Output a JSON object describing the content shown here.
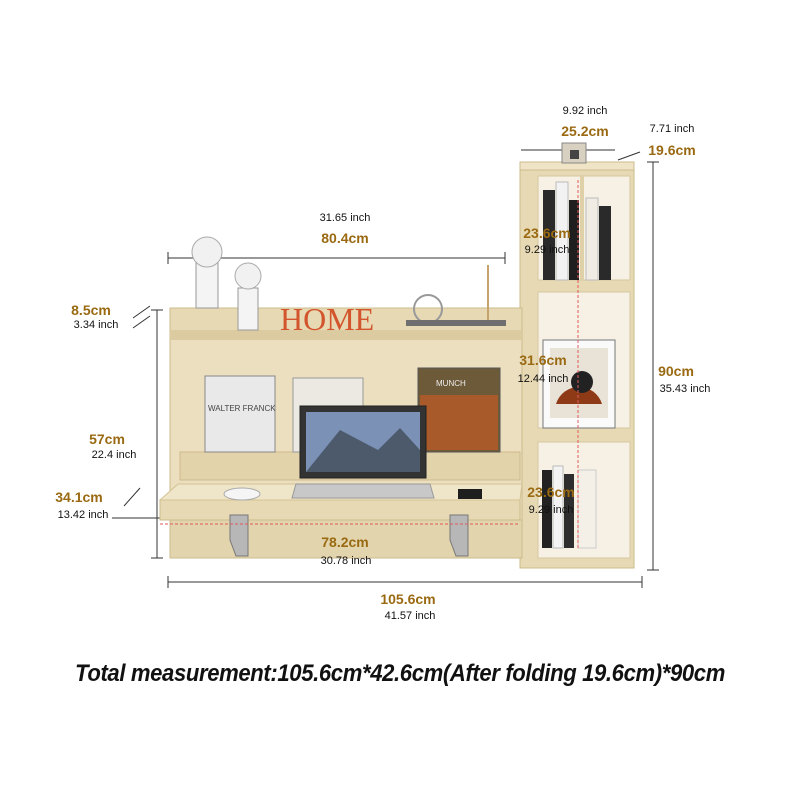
{
  "dimensions": {
    "width_bookshelf_top": {
      "inch": "9.92 inch",
      "cm": "25.2cm"
    },
    "depth_folded": {
      "inch": "7.71 inch",
      "cm": "19.6cm"
    },
    "upper_shelf_width": {
      "inch": "31.65 inch",
      "cm": "80.4cm"
    },
    "bookshelf_cell_top": {
      "cm": "23.6cm",
      "inch": "9.29 inch"
    },
    "shelf_height": {
      "cm": "8.5cm",
      "inch": "3.34 inch"
    },
    "bookshelf_cell_middle": {
      "cm": "31.6cm",
      "inch": "12.44 inch"
    },
    "total_height": {
      "cm": "90cm",
      "inch": "35.43 inch"
    },
    "desk_unit_height": {
      "cm": "57cm",
      "inch": "22.4 inch"
    },
    "desk_depth": {
      "cm": "34.1cm",
      "inch": "13.42 inch"
    },
    "bookshelf_cell_bottom": {
      "cm": "23.6cm",
      "inch": "9.29 inch"
    },
    "desk_width": {
      "cm": "78.2cm",
      "inch": "30.78 inch"
    },
    "total_width": {
      "cm": "105.6cm",
      "inch": "41.57 inch"
    }
  },
  "decor": {
    "home_sign": "HOME",
    "book_walter": "WALTER FRANCK",
    "book_munch": "MUNCH"
  },
  "caption": "Total measurement:105.6cm*42.6cm(After folding 19.6cm)*90cm",
  "colors": {
    "wood": "#e7d9b4",
    "wood_edge": "#cdbb8d",
    "accent_cm": "#9a6a12",
    "guide_red": "#e05a5a",
    "home_red": "#d2552d"
  }
}
